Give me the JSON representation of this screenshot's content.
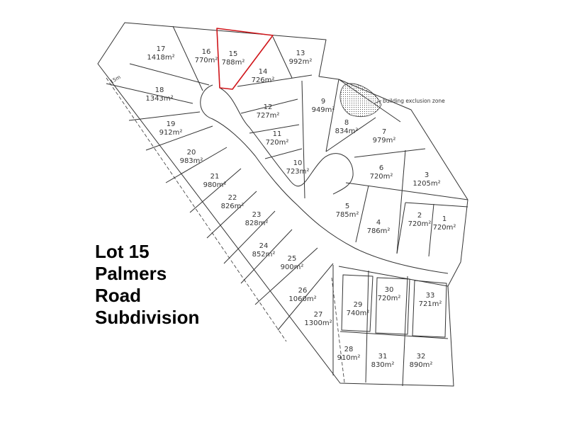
{
  "title": {
    "line1": "Lot 15",
    "line2": "Palmers",
    "line3": "Road",
    "line4": "Subdivision"
  },
  "highlighted_lot": "15",
  "colors": {
    "highlight": "#d0161b",
    "lines": "#333333"
  },
  "annotations": {
    "exclusion_zone": "building exclusion zone",
    "road_width": "15m"
  },
  "lots": [
    {
      "id": "1",
      "area": "720m²"
    },
    {
      "id": "2",
      "area": "720m²"
    },
    {
      "id": "3",
      "area": "1205m²"
    },
    {
      "id": "4",
      "area": "786m²"
    },
    {
      "id": "5",
      "area": "785m²"
    },
    {
      "id": "6",
      "area": "720m²"
    },
    {
      "id": "7",
      "area": "979m²"
    },
    {
      "id": "8",
      "area": "834m²"
    },
    {
      "id": "9",
      "area": "949m²"
    },
    {
      "id": "10",
      "area": "723m²"
    },
    {
      "id": "11",
      "area": "720m²"
    },
    {
      "id": "12",
      "area": "727m²"
    },
    {
      "id": "13",
      "area": "992m²"
    },
    {
      "id": "14",
      "area": "726m²"
    },
    {
      "id": "15",
      "area": "788m²"
    },
    {
      "id": "16",
      "area": "770m²"
    },
    {
      "id": "17",
      "area": "1418m²"
    },
    {
      "id": "18",
      "area": "1343m²"
    },
    {
      "id": "19",
      "area": "912m²"
    },
    {
      "id": "20",
      "area": "983m²"
    },
    {
      "id": "21",
      "area": "980m²"
    },
    {
      "id": "22",
      "area": "826m²"
    },
    {
      "id": "23",
      "area": "828m²"
    },
    {
      "id": "24",
      "area": "852m²"
    },
    {
      "id": "25",
      "area": "900m²"
    },
    {
      "id": "26",
      "area": "1060m²"
    },
    {
      "id": "27",
      "area": "1300m²"
    },
    {
      "id": "28",
      "area": "910m²"
    },
    {
      "id": "29",
      "area": "740m²"
    },
    {
      "id": "30",
      "area": "720m²"
    },
    {
      "id": "31",
      "area": "830m²"
    },
    {
      "id": "32",
      "area": "890m²"
    },
    {
      "id": "33",
      "area": "721m²"
    }
  ]
}
